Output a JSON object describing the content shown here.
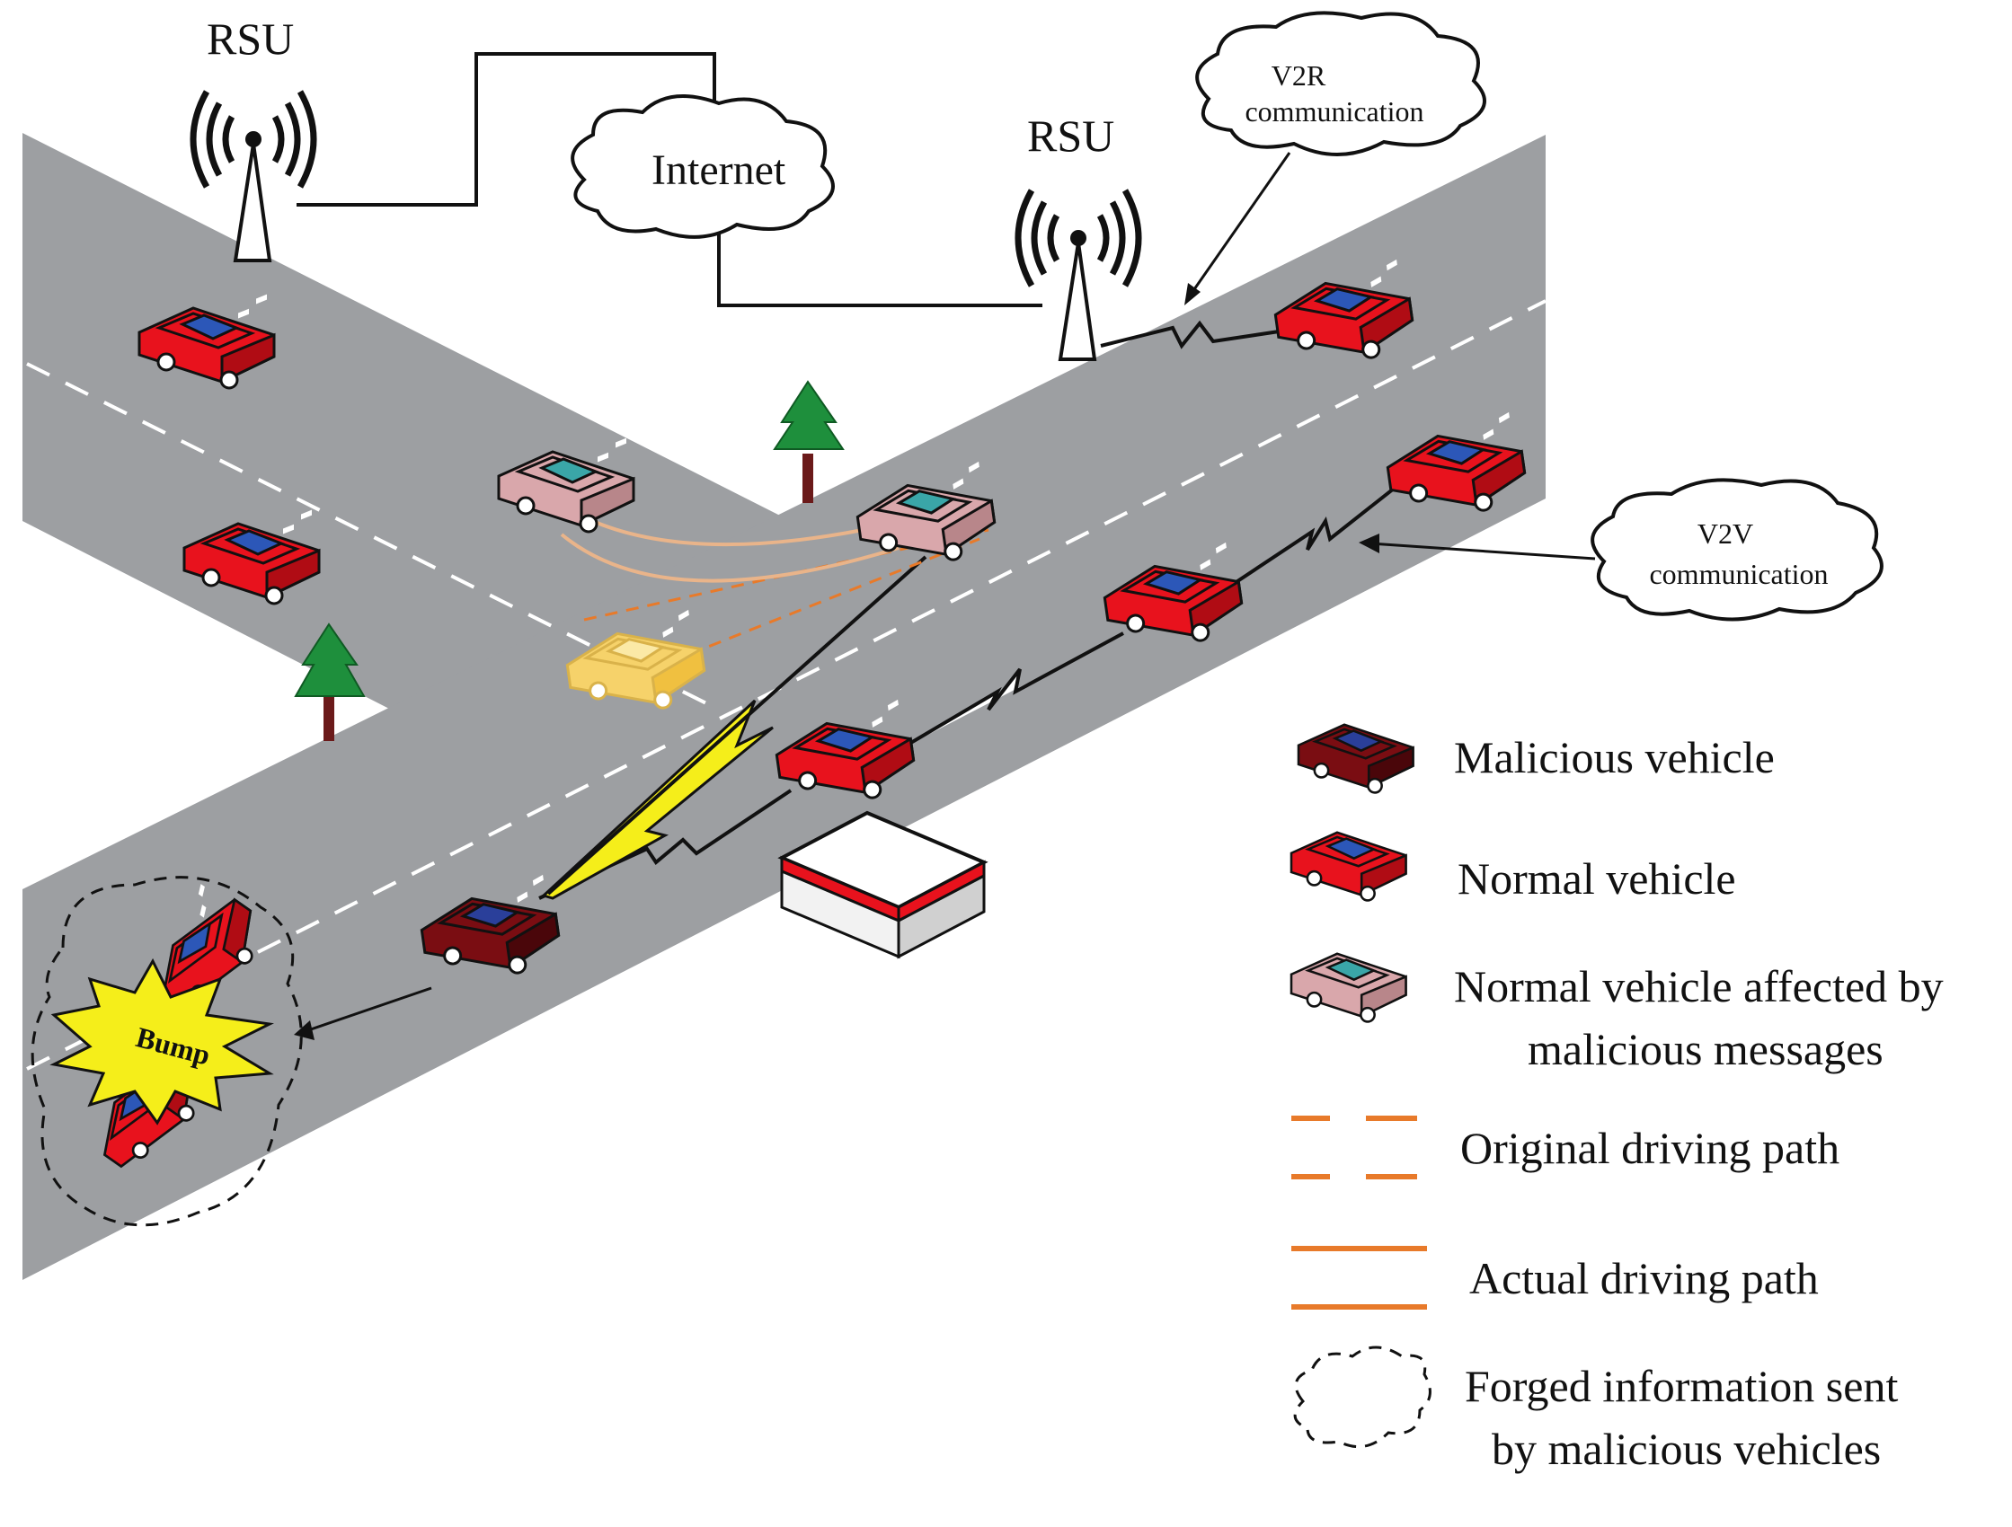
{
  "labels": {
    "rsu_left": "RSU",
    "rsu_right": "RSU",
    "internet": "Internet",
    "v2r_line1": "V2R",
    "v2r_line2": "communication",
    "v2v_line1": "V2V",
    "v2v_line2": "communication",
    "bump": "Bump"
  },
  "legend": {
    "malicious": "Malicious vehicle",
    "normal": "Normal vehicle",
    "affected_line1": "Normal vehicle affected by",
    "affected_line2": "malicious messages",
    "original_path": "Original driving path",
    "actual_path": "Actual driving path",
    "forged_line1": "Forged information sent",
    "forged_line2": "by malicious vehicles"
  },
  "colors": {
    "road": "#9d9fa2",
    "normal_car": "#e8121d",
    "malicious_car": "#7a0d12",
    "affected_car": "#d9a7ab",
    "ghost_car": "#f6d26a",
    "path": "#e87a2a",
    "tree": "#1e8f3c",
    "bolt": "#f5ee1a"
  }
}
